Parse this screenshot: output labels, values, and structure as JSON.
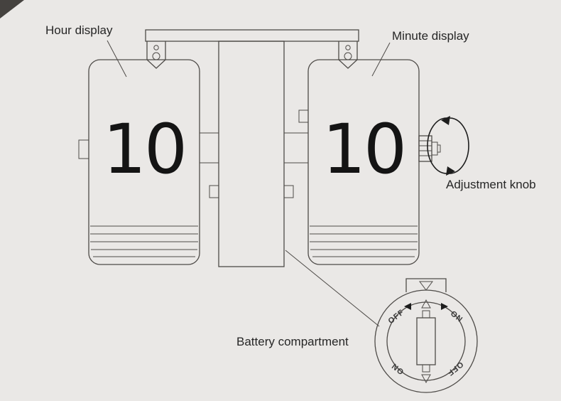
{
  "labels": {
    "hour_display": "Hour display",
    "minute_display": "Minute display",
    "adjustment_knob": "Adjustment knob",
    "battery_compartment": "Battery compartment"
  },
  "clock": {
    "hour_value": "10",
    "minute_value": "10"
  },
  "battery_dial": {
    "top_left": "OFF",
    "top_right": "ON",
    "bottom_left": "ON",
    "bottom_right": "OFF"
  },
  "colors": {
    "background": "#eae8e6",
    "line": "#4e4b48",
    "digit": "#141414",
    "label_text": "#262626"
  }
}
